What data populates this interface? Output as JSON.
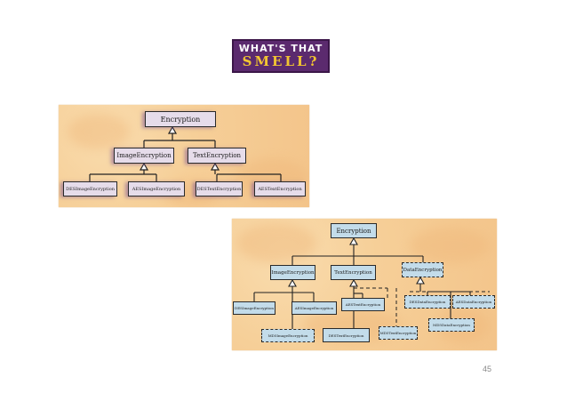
{
  "logo": {
    "line1": "WHAT'S THAT",
    "line2": "SMELL?"
  },
  "diagram1": {
    "root": "Encryption",
    "mid_left": "ImageEncryption",
    "mid_right": "TextEncryption",
    "leaves": [
      "DESImageEncryption",
      "AESImageEncryption",
      "DESTextEncryption",
      "AESTextEncryption"
    ]
  },
  "diagram2": {
    "root": "Encryption",
    "mid_image": "ImageEncryption",
    "mid_text": "TextEncryption",
    "mid_data": "DataEncryption",
    "des_image": "DESImageEncryption",
    "aes_image": "AESImageEncryption",
    "aes_text": "AESTextEncryption",
    "des_data": "DESDataEncryption",
    "aes_data": "AESDataEncryption",
    "md5_image": "MD5ImageEncryption",
    "des_text": "DESTextEncryption",
    "md5_text": "MD5TextEncryption",
    "md5_data": "MD5DataEncryption"
  },
  "page_number": "45",
  "colors": {
    "logo_bg": "#5b2a6e",
    "logo_accent": "#f2c531",
    "panel_bg": "#f6cf98",
    "box_purple": "#e6dcea",
    "box_blue": "#c3dcea"
  }
}
